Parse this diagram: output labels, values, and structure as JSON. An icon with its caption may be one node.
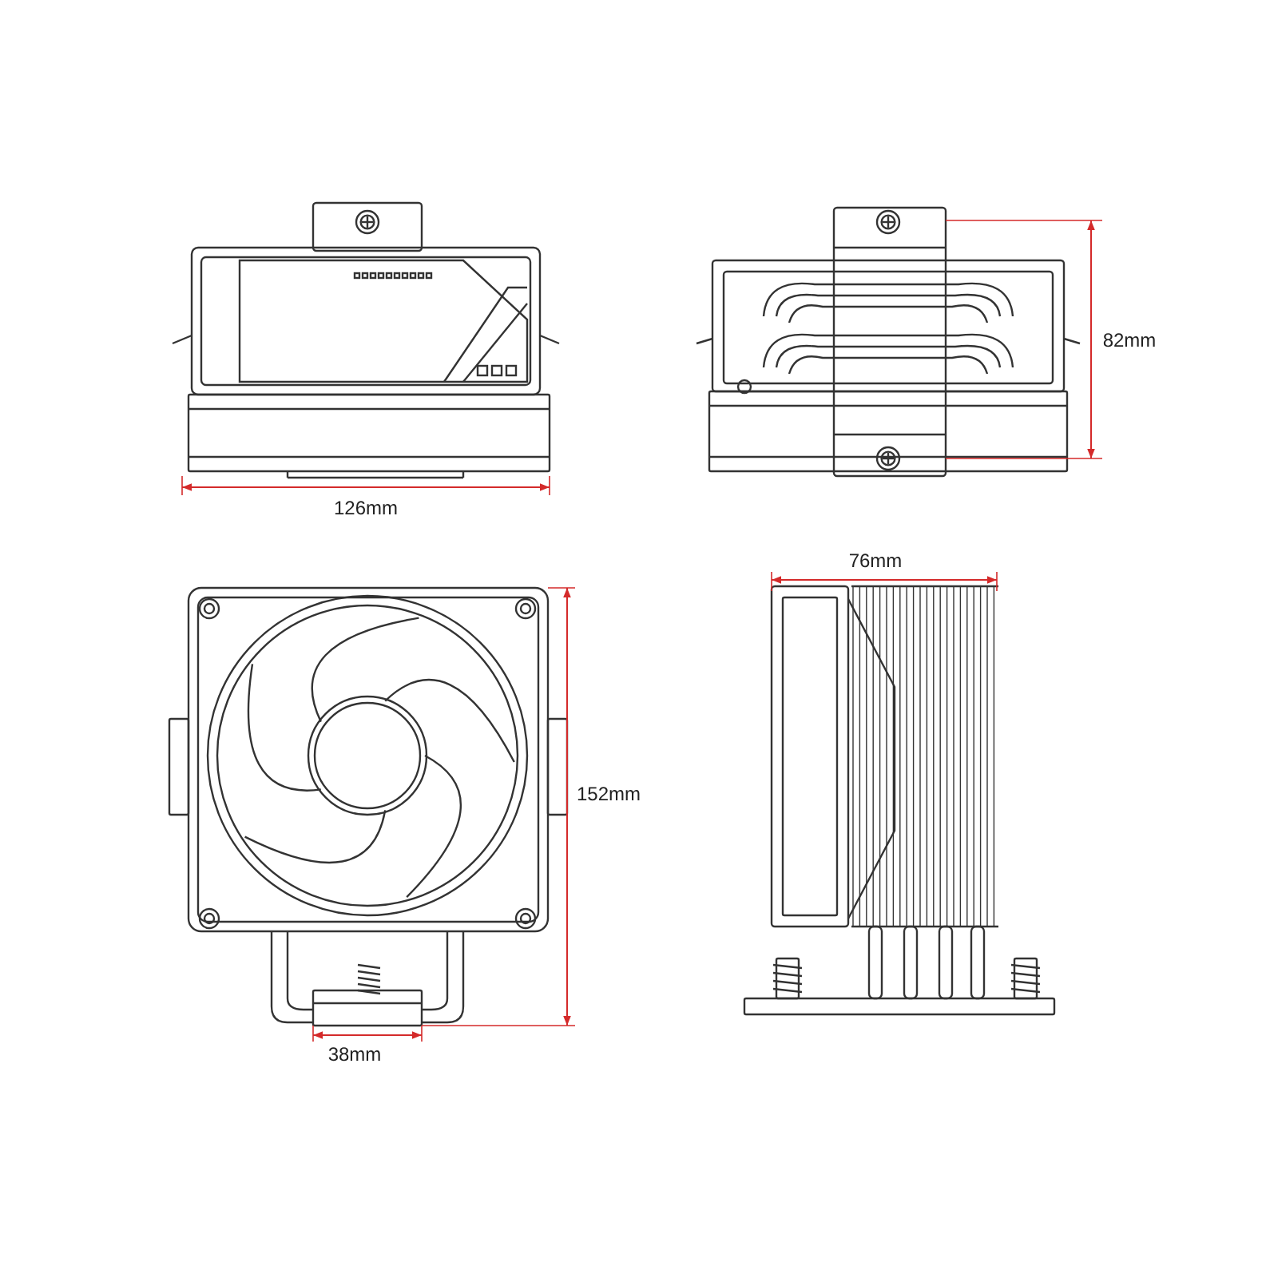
{
  "diagram": {
    "labels": [
      "82mm",
      "126mm",
      "76mm",
      "152mm",
      "38mm"
    ]
  }
}
